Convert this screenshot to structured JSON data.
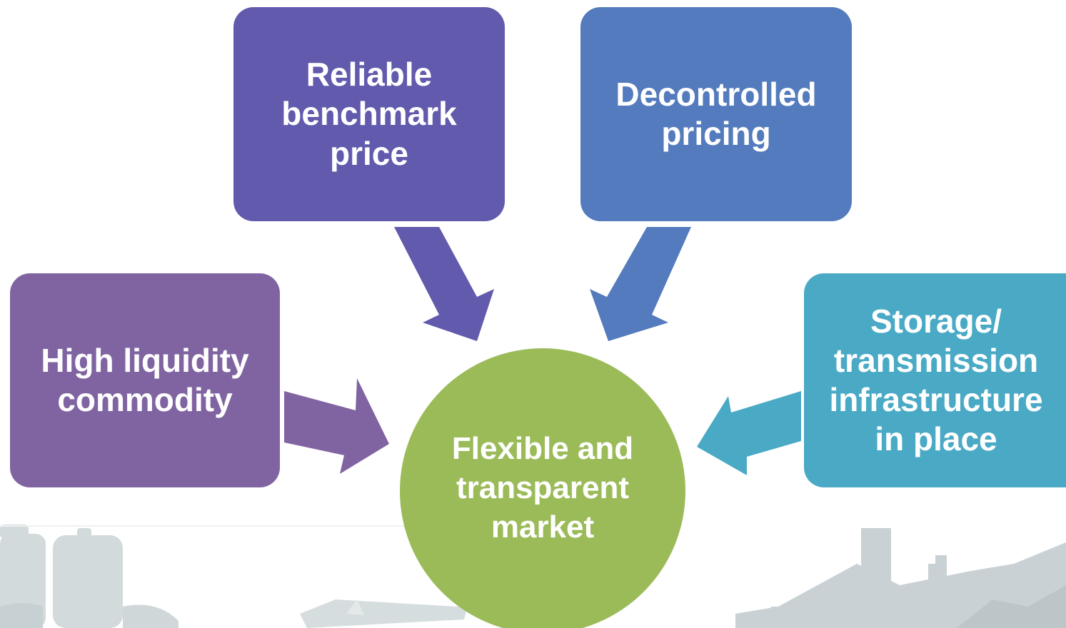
{
  "diagram": {
    "center": {
      "label": "Flexible and transparent market",
      "color": "#9bbb59"
    },
    "inputs": [
      {
        "id": "top-left",
        "label": "Reliable benchmark price",
        "color": "#615aad"
      },
      {
        "id": "top-right",
        "label": "Decontrolled pricing",
        "color": "#547bbd"
      },
      {
        "id": "left",
        "label": "High liquidity commodity",
        "color": "#8064a2"
      },
      {
        "id": "right",
        "label": "Storage/ transmission infrastructure in place",
        "color": "#4aaac6"
      }
    ],
    "background_art": "faded industrial skyline (storage tanks, chimneys, factory)"
  }
}
